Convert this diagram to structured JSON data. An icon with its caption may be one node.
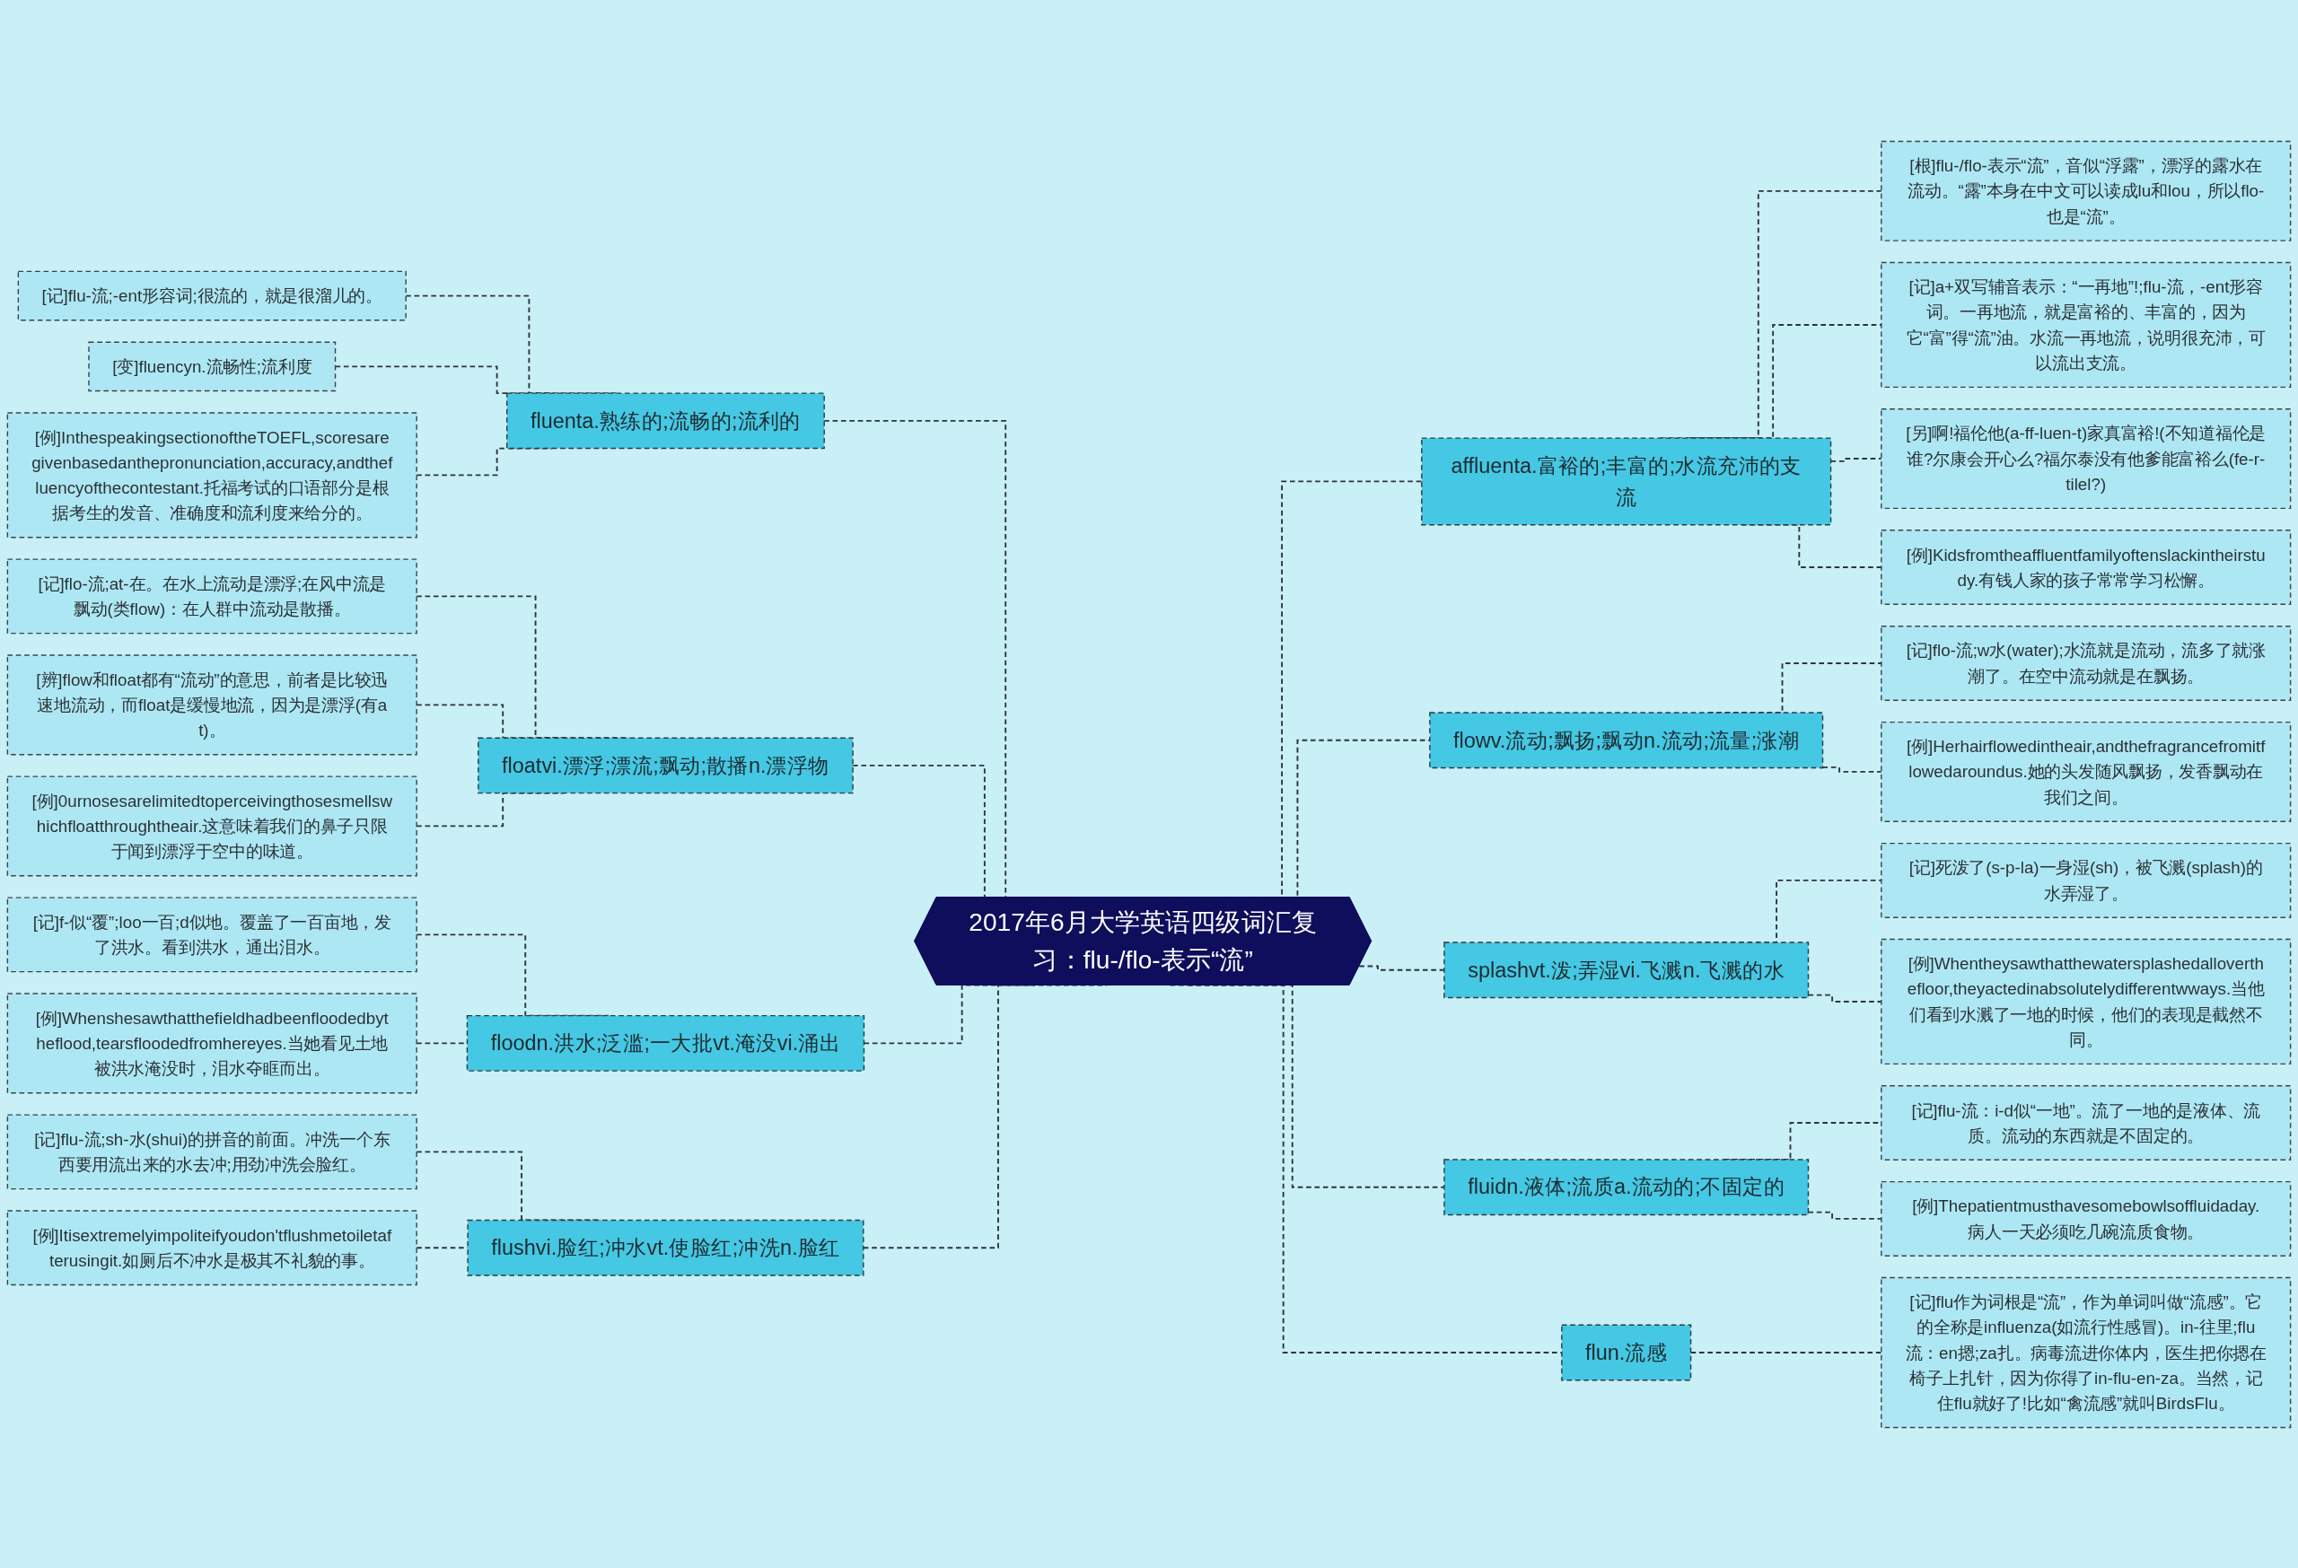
{
  "diagram": {
    "nodes": [
      {
        "text": [
          "2017年6月大学英语四级词汇复习：flu-/flo-表示“流”"
        ]
      },
      {
        "text": [
          "fluenta.熟练的;流畅的;流利的"
        ]
      },
      {
        "text": [
          "[记]flu-流;-ent形容词;很流的，就是很溜儿的。"
        ]
      },
      {
        "text": [
          "[变]fluencyn.流畅性;流利度"
        ]
      },
      {
        "text": [
          "[例]InthespeakingsectionoftheTOEFL,scoresaregivenbasedanthepronunciation,accuracy,andthefluencyofthecontestant.托福考试的口语部分是根据考生的发音、准确度和流利度来给分的。"
        ]
      },
      {
        "text": [
          "floatvi.漂浮;漂流;飘动;散播n.漂浮物"
        ]
      },
      {
        "text": [
          "[记]flo-流;at-在。在水上流动是漂浮;在风中流是飘动(类flow)：在人群中流动是散播。"
        ]
      },
      {
        "text": [
          "[辨]flow和float都有“流动”的意思，前者是比较迅速地流动，而float是缓慢地流，因为是漂浮(有at)。"
        ]
      },
      {
        "text": [
          "[例]0urnosesarelimitedtoperceivingthosesmellswhichfloatthroughtheair.这意味着我们的鼻子只限于闻到漂浮于空中的味道。"
        ]
      },
      {
        "text": [
          "floodn.洪水;泛滥;一大批vt.淹没vi.涌出"
        ]
      },
      {
        "text": [
          "[记]f-似“覆”;loo一百;d似地。覆盖了一百亩地，发了洪水。看到洪水，通出泪水。"
        ]
      },
      {
        "text": [
          "[例]Whenshesawthatthefieldhadbeenfloodedbytheflood,tearsfloodedfromhereyes.当她看见土地被洪水淹没时，泪水夺眶而出。"
        ]
      },
      {
        "text": [
          "flushvi.脸红;冲水vt.使脸红;冲洗n.脸红"
        ]
      },
      {
        "text": [
          "[记]flu-流;sh-水(shui)的拼音的前面。冲洗一个东西要用流出来的水去冲;用劲冲洗会脸红。"
        ]
      },
      {
        "text": [
          "[例]Itisextremelyimpoliteifyoudon'tflushmetoiletafterusingit.如厕后不冲水是极其不礼貌的事。"
        ]
      },
      {
        "text": [
          "affluenta.富裕的;丰富的;水流充沛的支流"
        ]
      },
      {
        "text": [
          "[根]flu-/flo-表示“流”，音似“浮露”，漂浮的露水在流动。“露”本身在中文可以读成lu和lou，所以flo-也是“流”。"
        ]
      },
      {
        "text": [
          "[记]a+双写辅音表示：“一再地”!;flu-流，-ent形容词。一再地流，就是富裕的、丰富的，因为它“富”得“流”油。水流一再地流，说明很充沛，可以流出支流。"
        ]
      },
      {
        "text": [
          "[另]啊!福伦他(a-ff-luen-t)家真富裕!(不知道福伦是谁?尔康会开心么?福尔泰没有他爹能富裕么(fe-r-tilel?)"
        ]
      },
      {
        "text": [
          "[例]Kidsfromtheaffluentfamilyoftenslackintheirstudy.有钱人家的孩子常常学习松懈。"
        ]
      },
      {
        "text": [
          "flowv.流动;飘扬;飘动n.流动;流量;涨潮"
        ]
      },
      {
        "text": [
          "[记]flo-流;w水(water);水流就是流动，流多了就涨潮了。在空中流动就是在飘扬。"
        ]
      },
      {
        "text": [
          "[例]Herhairflowedintheair,andthefragrancefromitflowedaroundus.她的头发随风飘扬，发香飘动在我们之间。"
        ]
      },
      {
        "text": [
          "splashvt.泼;弄湿vi.飞溅n.飞溅的水"
        ]
      },
      {
        "text": [
          "[记]死泼了(s-p-la)一身湿(sh)，被飞溅(splash)的水弄湿了。"
        ]
      },
      {
        "text": [
          "[例]Whentheysawthatthewatersplashedalloverthefloor,theyactedinabsolutelydifferentwways.当他们看到水溅了一地的时候，他们的表现是截然不同。"
        ]
      },
      {
        "text": [
          "fluidn.液体;流质a.流动的;不固定的"
        ]
      },
      {
        "text": [
          "[记]flu-流：i-d似“一地”。流了一地的是液体、流质。流动的东西就是不固定的。"
        ]
      },
      {
        "text": [
          "[例]Thepatientmusthavesomebowlsoffluidaday.病人一天必须吃几碗流质食物。"
        ]
      },
      {
        "text": [
          "flun.流感"
        ]
      },
      {
        "text": [
          "[记]flu作为词根是“流”，作为单词叫做“流感”。它的全称是influenza(如流行性感冒)。in-往里;flu流：en摁;za扎。病毒流进你体内，医生把你摁在椅子上扎针，因为你得了in-flu-en-za。当然，记住flu就好了!比如“禽流感”就叫BirdsFlu。"
        ]
      }
    ],
    "edges": [
      {
        "from": 2,
        "to": 1,
        "arrow": "none",
        "style": "dashed"
      },
      {
        "from": 3,
        "to": 1,
        "arrow": "none",
        "style": "dashed"
      },
      {
        "from": 4,
        "to": 1,
        "arrow": "none",
        "style": "dashed"
      },
      {
        "from": 1,
        "to": 0,
        "arrow": "none",
        "style": "dashed"
      },
      {
        "from": 6,
        "to": 5,
        "arrow": "none",
        "style": "dashed"
      },
      {
        "from": 7,
        "to": 5,
        "arrow": "none",
        "style": "dashed"
      },
      {
        "from": 8,
        "to": 5,
        "arrow": "none",
        "style": "dashed"
      },
      {
        "from": 5,
        "to": 0,
        "arrow": "none",
        "style": "dashed"
      },
      {
        "from": 10,
        "to": 9,
        "arrow": "none",
        "style": "dashed"
      },
      {
        "from": 11,
        "to": 9,
        "arrow": "none",
        "style": "dashed"
      },
      {
        "from": 9,
        "to": 0,
        "arrow": "none",
        "style": "dashed"
      },
      {
        "from": 13,
        "to": 12,
        "arrow": "none",
        "style": "dashed"
      },
      {
        "from": 14,
        "to": 12,
        "arrow": "none",
        "style": "dashed"
      },
      {
        "from": 12,
        "to": 0,
        "arrow": "none",
        "style": "dashed"
      },
      {
        "from": 0,
        "to": 15,
        "arrow": "none",
        "style": "dashed"
      },
      {
        "from": 15,
        "to": 16,
        "arrow": "none",
        "style": "dashed"
      },
      {
        "from": 15,
        "to": 17,
        "arrow": "none",
        "style": "dashed"
      },
      {
        "from": 15,
        "to": 18,
        "arrow": "none",
        "style": "dashed"
      },
      {
        "from": 15,
        "to": 19,
        "arrow": "none",
        "style": "dashed"
      },
      {
        "from": 0,
        "to": 20,
        "arrow": "none",
        "style": "dashed"
      },
      {
        "from": 20,
        "to": 21,
        "arrow": "none",
        "style": "dashed"
      },
      {
        "from": 20,
        "to": 22,
        "arrow": "none",
        "style": "dashed"
      },
      {
        "from": 0,
        "to": 23,
        "arrow": "none",
        "style": "dashed"
      },
      {
        "from": 23,
        "to": 24,
        "arrow": "none",
        "style": "dashed"
      },
      {
        "from": 23,
        "to": 25,
        "arrow": "none",
        "style": "dashed"
      },
      {
        "from": 0,
        "to": 26,
        "arrow": "none",
        "style": "dashed"
      },
      {
        "from": 26,
        "to": 27,
        "arrow": "none",
        "style": "dashed"
      },
      {
        "from": 26,
        "to": 28,
        "arrow": "none",
        "style": "dashed"
      },
      {
        "from": 0,
        "to": 29,
        "arrow": "none",
        "style": "dashed"
      },
      {
        "from": 29,
        "to": 30,
        "arrow": "none",
        "style": "dashed"
      }
    ]
  }
}
